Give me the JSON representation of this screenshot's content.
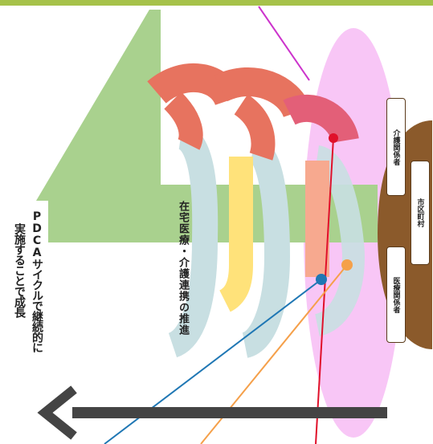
{
  "caption": {
    "line1": "PDCAサイクルで継続的に",
    "line2": "実施することで成長"
  },
  "arrow_label": "在宅医療・介護連携の推進",
  "stakeholders": {
    "care": "介護関係者",
    "municipality": "市区町村",
    "medical": "医療関係者"
  },
  "colors": {
    "top_border": "#a6c24a",
    "green_arrow": "#a9d18e",
    "red_loop": "#e7735f",
    "yellow_loop": "#ffe27a",
    "blue_loop": "#c8dfe2",
    "pink_ellipse": "#f7bcf5",
    "brown_base": "#8b5a2b",
    "dark_arrow": "#444444",
    "magenta_line": "#cc33cc",
    "red_line": "#e0102a",
    "blue_line": "#1f77b4",
    "orange_line": "#f5a04a"
  }
}
